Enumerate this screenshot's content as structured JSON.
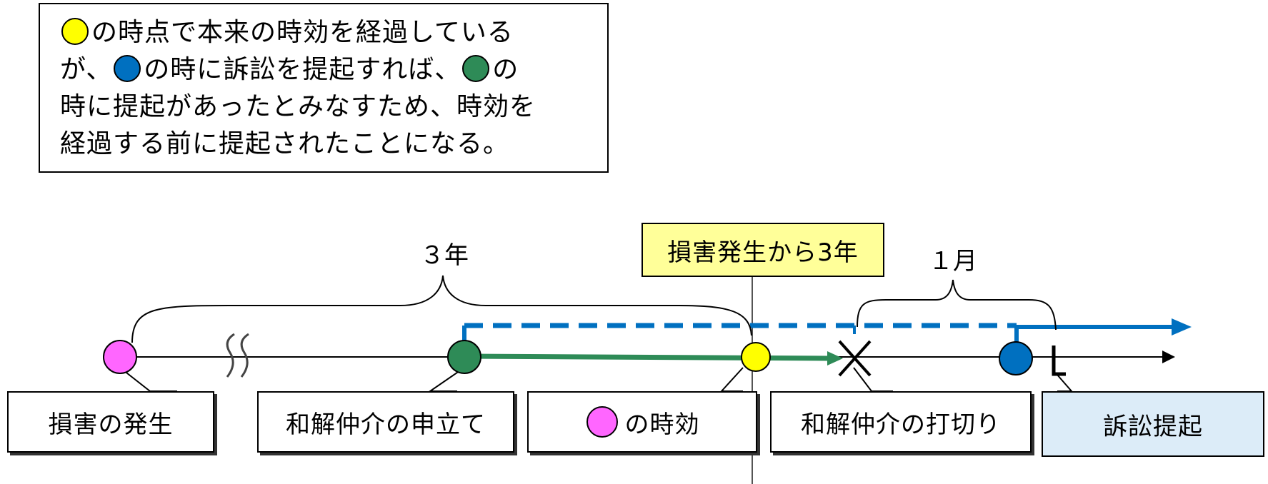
{
  "note": {
    "lines": [
      {
        "after_dot": "の時点で本来の時効を経過している"
      },
      {
        "before": "が、",
        "mid": "の時に訴訟を提起すれば、",
        "after": "の"
      },
      {
        "text": "時に提起があったとみなすため、時効を"
      },
      {
        "text": "経過する前に提起されたことになる。"
      }
    ]
  },
  "labels": {
    "three_years": "３年",
    "one_month": "１月",
    "deadline": "損害発生から3年",
    "damage": "損害の発生",
    "application": "和解仲介の申立て",
    "expiry": "の時効",
    "termination": "和解仲介の打切り",
    "lawsuit": "訴訟提起"
  },
  "colors": {
    "yellow": "#ffff00",
    "blue": "#0070c0",
    "green": "#2e8b57",
    "pink": "#ff66ff",
    "deadline_fill": "#ffff99",
    "lawsuit_fill": "#dcecf8"
  }
}
